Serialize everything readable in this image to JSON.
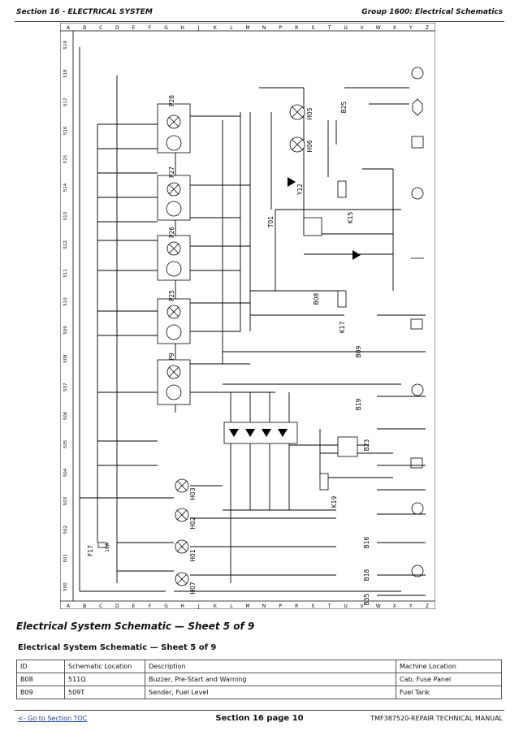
{
  "header": {
    "section": "Section 16 - ELECTRICAL SYSTEM",
    "group": "Group 1600: Electrical Schematics"
  },
  "schematic": {
    "grid_letters": [
      "A",
      "B",
      "C",
      "D",
      "E",
      "F",
      "G",
      "H",
      "J",
      "K",
      "L",
      "M",
      "N",
      "P",
      "R",
      "S",
      "T",
      "U",
      "V",
      "W",
      "X",
      "Y",
      "Z"
    ],
    "row_numbers": [
      "519",
      "518",
      "517",
      "516",
      "515",
      "514",
      "513",
      "512",
      "511",
      "510",
      "509",
      "508",
      "507",
      "506",
      "505",
      "504",
      "503",
      "502",
      "501",
      "500"
    ],
    "components": [
      "P28",
      "P27",
      "P26",
      "P25",
      "P9",
      "T01",
      "Y12",
      "H05",
      "H06",
      "B25",
      "K15",
      "B08",
      "K17",
      "B09",
      "B19",
      "B23",
      "K19",
      "B16",
      "B18",
      "B35",
      "H03",
      "H02",
      "H01",
      "H07",
      "F17"
    ],
    "fuse_rating": "10A",
    "indicator_icons": [
      "fuel-level-icon",
      "stop-sign-icon",
      "park-brake-icon",
      "engine-coolant-icon",
      "oil-pressure-icon",
      "fuel-tank-icon",
      "temperature-icon",
      "park-icon",
      "hydraulic-pump-icon",
      "reverse-icon",
      "turn-icon"
    ]
  },
  "captions": {
    "italic": "Electrical System Schematic — Sheet 5 of 9",
    "table_title": "Electrical System Schematic — Sheet 5 of 9"
  },
  "parts_table": {
    "headers": [
      "ID",
      "Schematic Location",
      "Description",
      "Machine Location"
    ],
    "rows": [
      [
        "B08",
        "511Q",
        "Buzzer, Pre-Start and Warning",
        "Cab, Fuse Panel"
      ],
      [
        "B09",
        "509T",
        "Sender, Fuel Level",
        "Fuel Tank"
      ]
    ]
  },
  "footer": {
    "toc_link": "<- Go to Section TOC",
    "page": "Section 16 page 10",
    "manual": "TMF387520-REPAIR TECHNICAL MANUAL"
  }
}
